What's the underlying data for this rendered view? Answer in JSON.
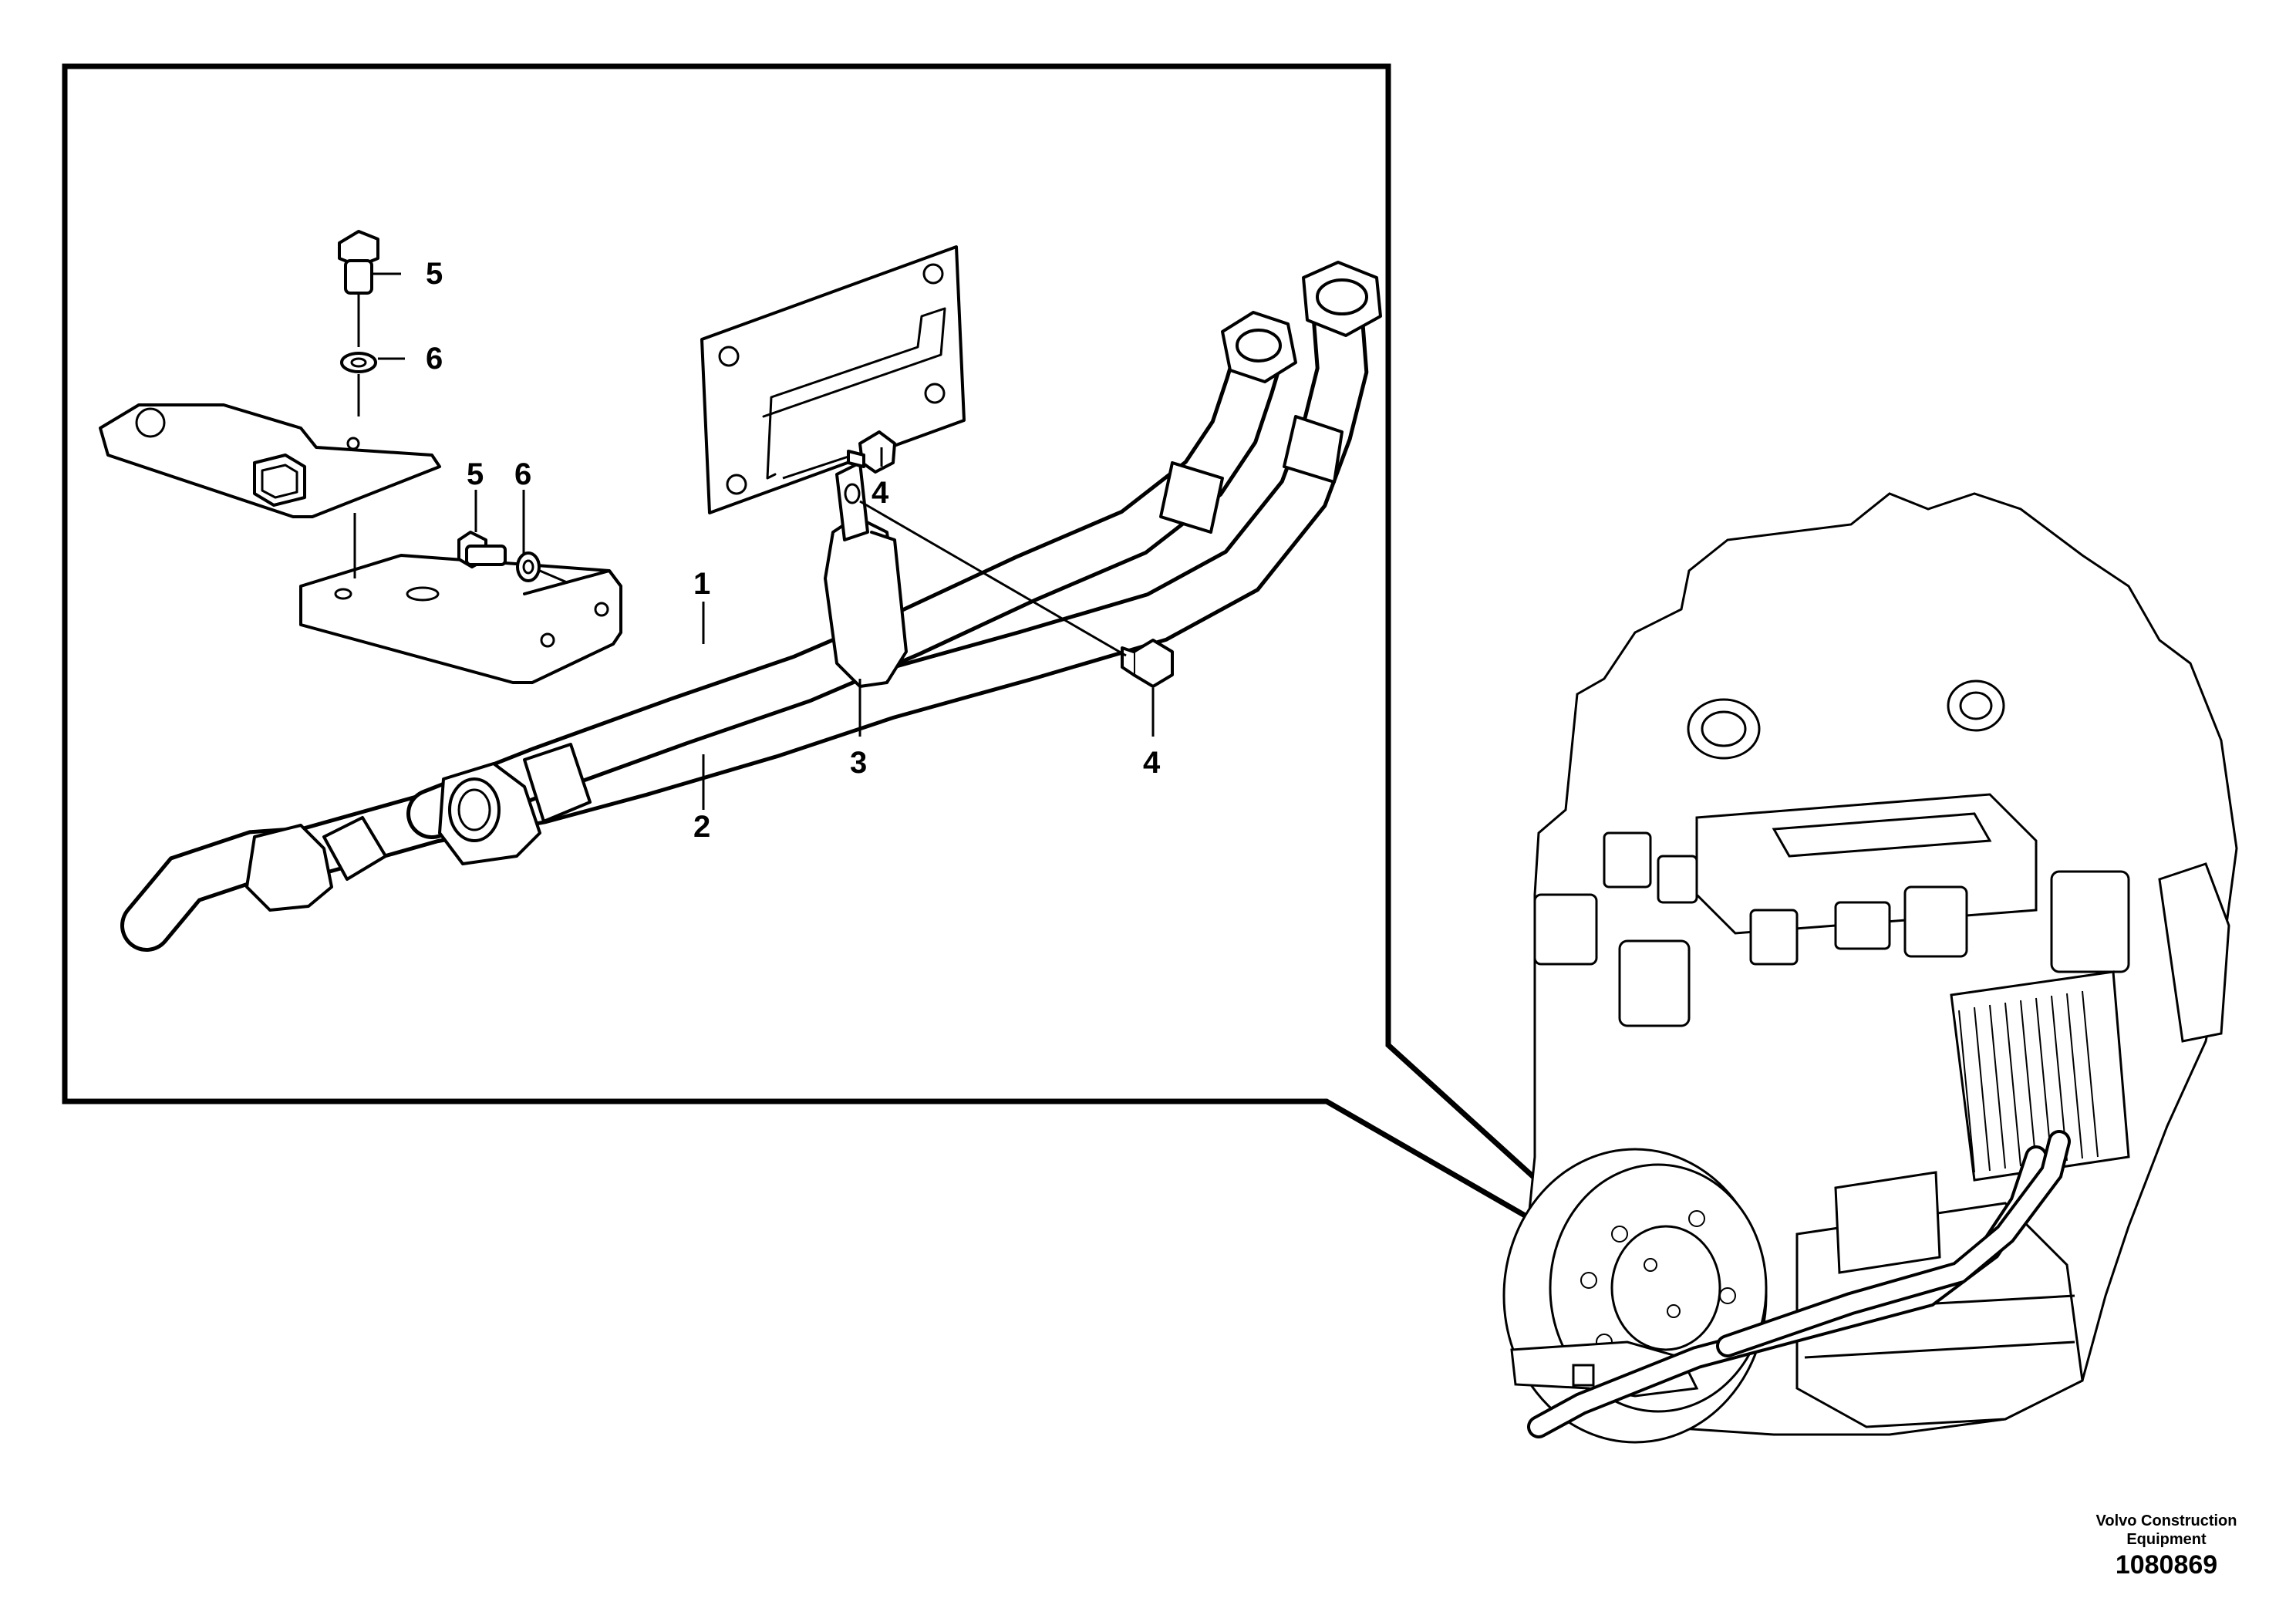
{
  "callouts": {
    "c1": "1",
    "c2": "2",
    "c3": "3",
    "c4a": "4",
    "c4b": "4",
    "c5a": "5",
    "c5b": "5",
    "c6a": "6",
    "c6b": "6"
  },
  "footer": {
    "company_line1": "Volvo Construction",
    "company_line2": "Equipment",
    "drawing_number": "1080869"
  }
}
